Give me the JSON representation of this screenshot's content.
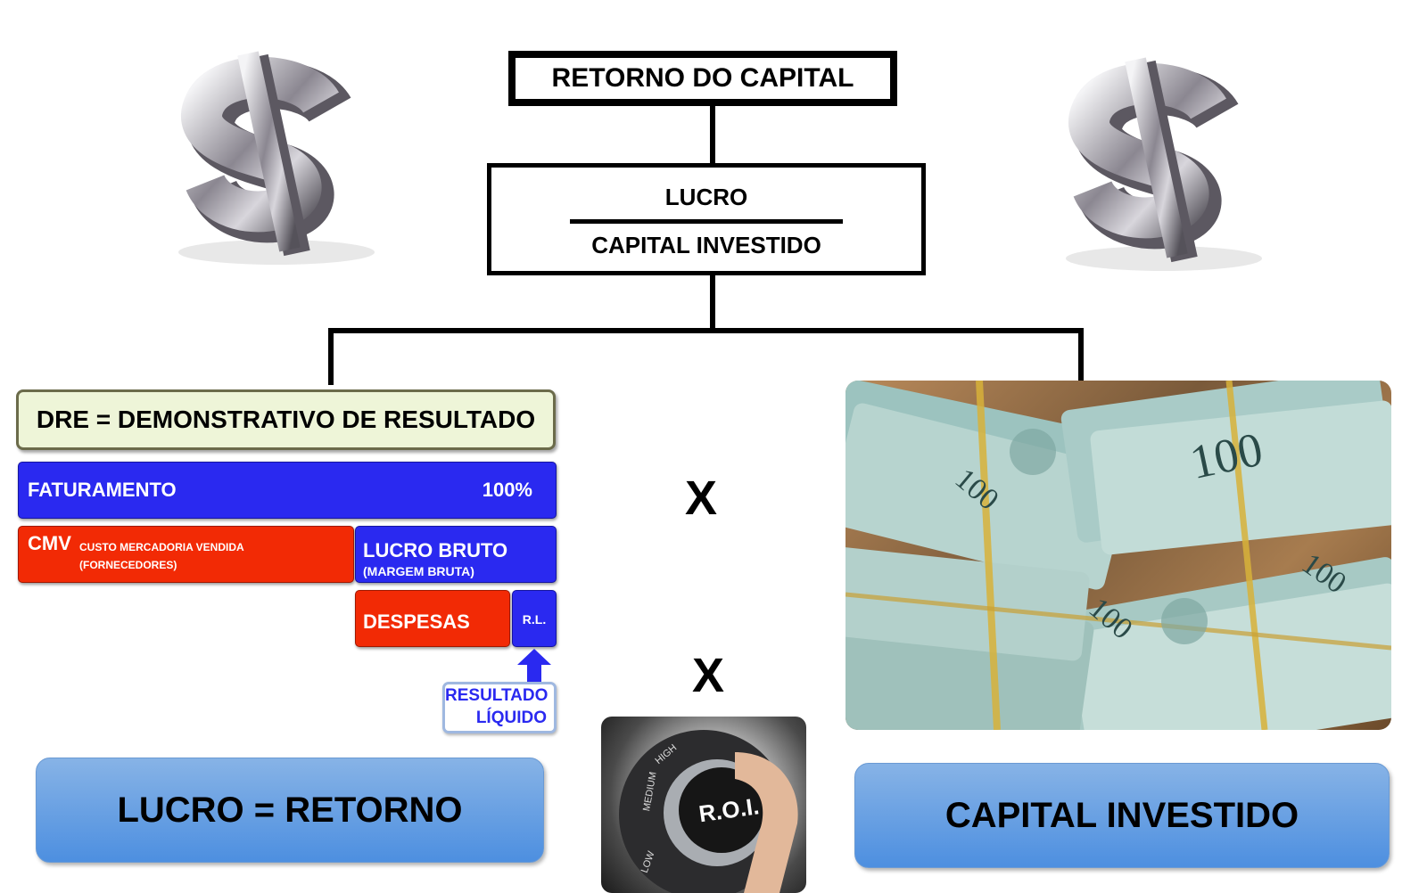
{
  "flow": {
    "title": "RETORNO DO CAPITAL",
    "numerator": "LUCRO",
    "denominator": "CAPITAL INVESTIDO"
  },
  "dre": {
    "header": "DRE = DEMONSTRATIVO DE RESULTADO",
    "faturamento": {
      "label": "FATURAMENTO",
      "value": "100%"
    },
    "cmv": {
      "label": "CMV",
      "sub1": "CUSTO MERCADORIA VENDIDA",
      "sub2": "(FORNECEDORES)"
    },
    "lucro_bruto": {
      "label": "LUCRO BRUTO",
      "sub": "(MARGEM BRUTA)"
    },
    "despesas": "DESPESAS",
    "rl": "R.L.",
    "resultado_line1": "RESULTADO",
    "resultado_line2": "LÍQUIDO"
  },
  "operators": {
    "x1": "X",
    "x2": "X"
  },
  "bottom": {
    "left": "LUCRO = RETORNO",
    "right": "CAPITAL INVESTIDO"
  },
  "roi_dial": {
    "label": "R.O.I.",
    "low": "LOW",
    "medium": "MEDIUM",
    "high": "HIGH"
  },
  "money": {
    "note1": "100",
    "note2": "100",
    "note3": "100",
    "note4": "100"
  },
  "colors": {
    "blue": "#2a29f0",
    "red": "#f22a05",
    "pill": "#5b9be3"
  },
  "icons": [
    "dollar-sign-icon",
    "dollar-sign-icon"
  ]
}
